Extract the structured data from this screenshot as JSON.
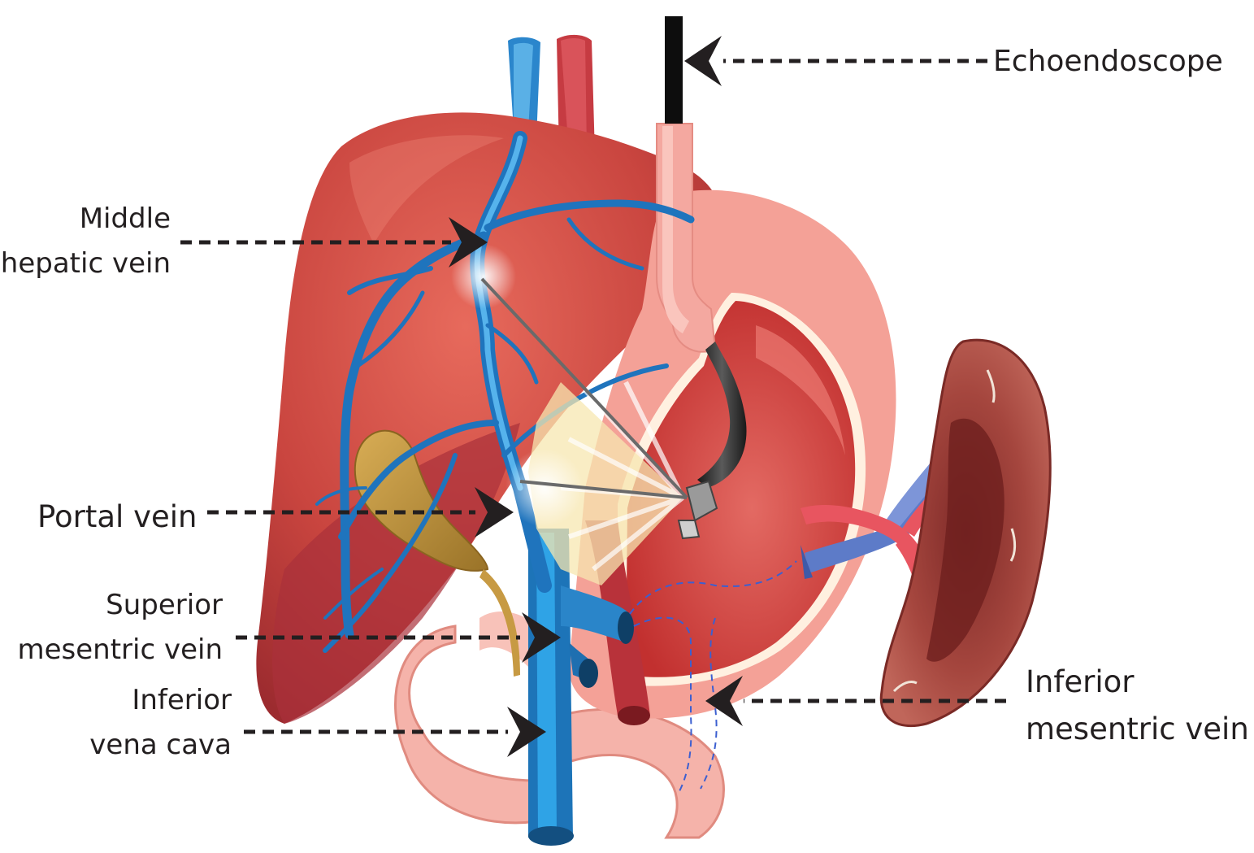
{
  "labels": {
    "echoendoscope": "Echoendoscope",
    "middle_hepatic_vein": [
      "Middle",
      "hepatic vein"
    ],
    "portal_vein": "Portal vein",
    "superior_mesentric_vein": [
      "Superior",
      "mesentric vein"
    ],
    "inferior_vena_cava": [
      "Inferior",
      "vena cava"
    ],
    "inferior_mesentric_vein": [
      "Inferior",
      "mesentric vein"
    ]
  },
  "colors": {
    "text": "#231f20",
    "liver": "#c8423f",
    "vein": "#1f7fc4",
    "aorta": "#b8333a",
    "stomach": "#d9483f",
    "esophagus": "#f2a49a",
    "gallbladder": "#c79a43",
    "spleen": "#9e3a34"
  }
}
